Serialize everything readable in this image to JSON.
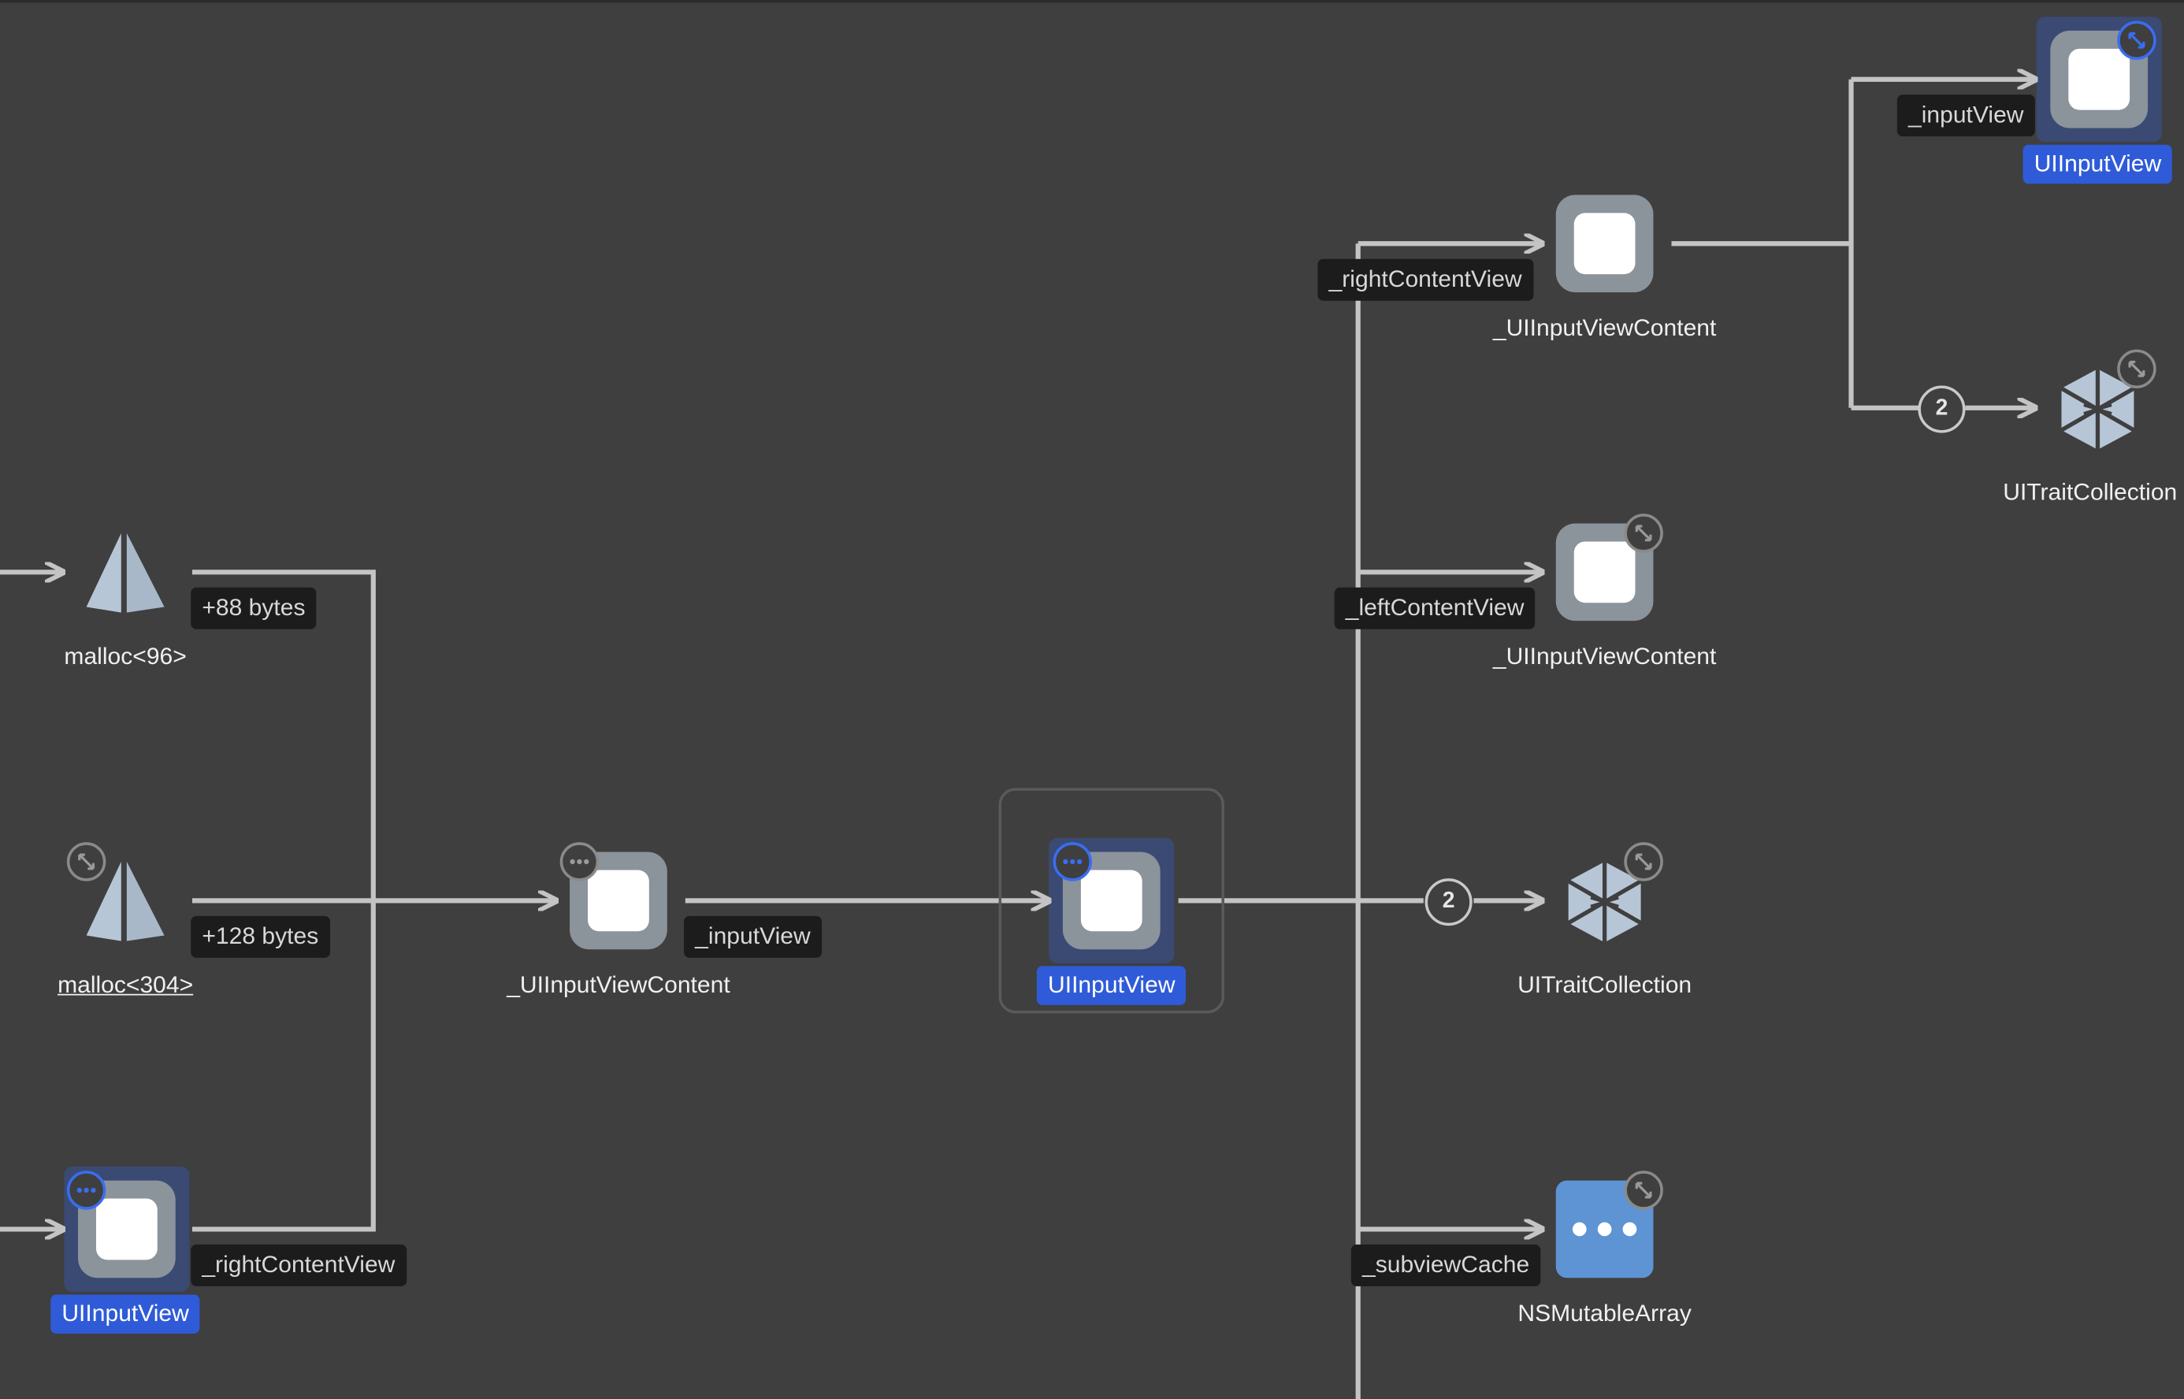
{
  "colors": {
    "background": "#3f3f3f",
    "edge": "#c4c4c4",
    "selected_label": "#2f5bd8",
    "node_frame": "#8b939b",
    "array_node": "#5e94d4"
  },
  "nodes": {
    "malloc_96": {
      "label": "malloc<96>",
      "icon": "malloc-block-icon"
    },
    "malloc_304": {
      "label": "malloc<304>",
      "icon": "malloc-block-icon"
    },
    "uiinputview_left": {
      "label": "UIInputView",
      "icon": "view-instance-icon"
    },
    "content_center": {
      "label": "_UIInputViewContent",
      "icon": "view-instance-icon"
    },
    "uiinputview_focus": {
      "label": "UIInputView",
      "icon": "view-instance-icon"
    },
    "content_right_top": {
      "label": "_UIInputViewContent",
      "icon": "view-instance-icon"
    },
    "content_right_mid": {
      "label": "_UIInputViewContent",
      "icon": "view-instance-icon"
    },
    "trait_center": {
      "label": "UITraitCollection",
      "icon": "trait-collection-icon"
    },
    "mutable_array": {
      "label": "NSMutableArray",
      "icon": "collection-icon"
    },
    "uiinputview_top": {
      "label": "UIInputView",
      "icon": "view-instance-icon"
    },
    "trait_top": {
      "label": "UITraitCollection",
      "icon": "trait-collection-icon"
    }
  },
  "edge_labels": {
    "bytes_88": "+88 bytes",
    "bytes_128": "+128 bytes",
    "right_content_left": "_rightContentView",
    "input_view_center": "_inputView",
    "right_content_view": "_rightContentView",
    "left_content_view": "_leftContentView",
    "subview_cache": "_subviewCache",
    "input_view_top": "_inputView"
  },
  "counts": {
    "trait_center": "2",
    "trait_top": "2"
  }
}
